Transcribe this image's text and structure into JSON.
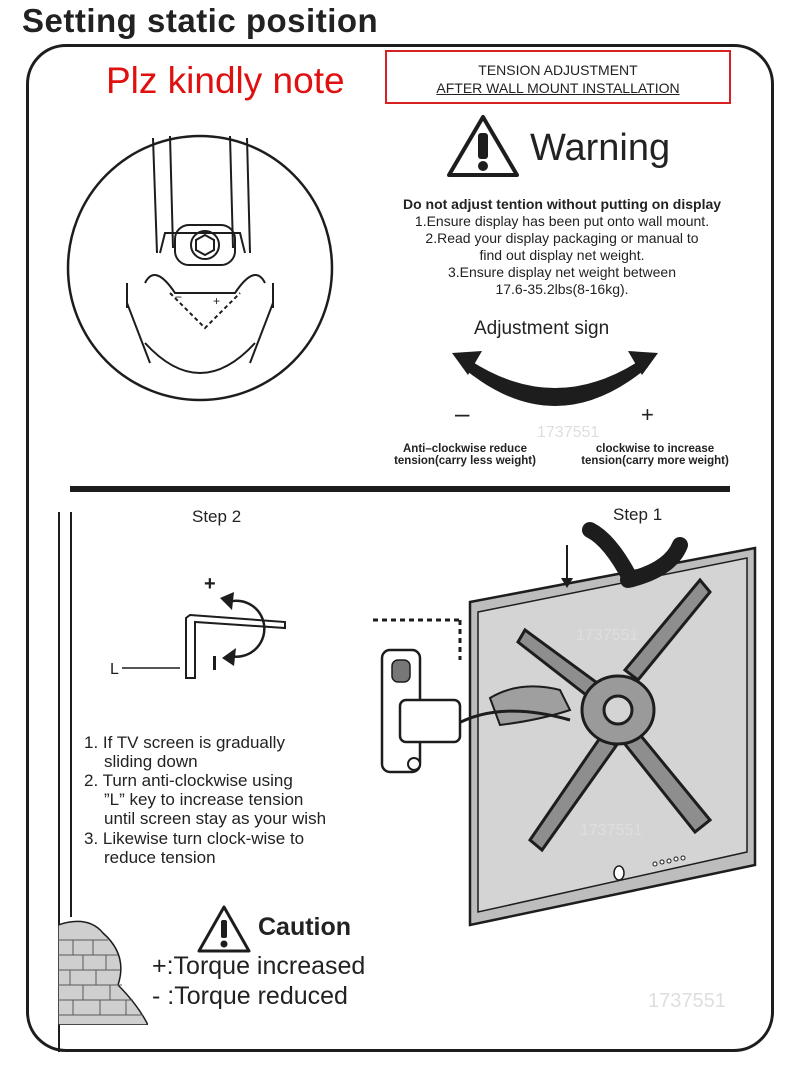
{
  "header": {
    "title": "Setting static position"
  },
  "note": {
    "text": "Plz kindly note"
  },
  "tension_box": {
    "line1": "TENSION  ADJUSTMENT",
    "line2": "AFTER WALL MOUNT INSTALLATION"
  },
  "warning": {
    "title": "Warning",
    "heading": "Do not adjust tention without putting on display",
    "instructions": [
      "1.Ensure display has been put onto wall mount.",
      "2.Read your display packaging or manual to",
      "find out display net weight.",
      "3.Ensure display net weight between",
      "17.6-35.2lbs(8-16kg)."
    ]
  },
  "adjustment": {
    "title": "Adjustment sign",
    "minus": "–",
    "plus": "+",
    "anti_line1": "Anti–clockwise reduce",
    "anti_line2": "tension(carry less weight)",
    "cw_line1": "clockwise to increase",
    "cw_line2": "tension(carry more weight)"
  },
  "steps": {
    "step2_label": "Step 2",
    "step1_label": "Step 1",
    "key_label": "L",
    "key_plus": "+",
    "items": [
      "1. If TV screen is gradually",
      "sliding down",
      "2. Turn anti-clockwise using",
      "”L” key to increase tension",
      "until screen stay as your wish",
      "3. Likewise turn clock-wise to",
      "reduce tension"
    ]
  },
  "caution": {
    "title": "Caution",
    "torque_increased": "+:Torque increased",
    "torque_reduced": "- :Torque reduced"
  },
  "watermark": "1737551",
  "colors": {
    "accent_red": "#e01010",
    "box_red": "#d72020",
    "ink": "#1d1d1d"
  }
}
